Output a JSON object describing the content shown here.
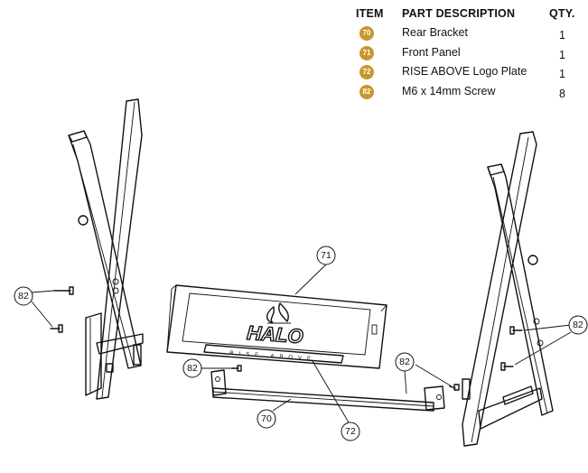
{
  "table": {
    "headers": {
      "item": "ITEM",
      "description": "PART DESCRIPTION",
      "qty": "QTY."
    },
    "rows": [
      {
        "item": "70",
        "description": "Rear Bracket",
        "qty": "1"
      },
      {
        "item": "71",
        "description": "Front Panel",
        "qty": "1"
      },
      {
        "item": "72",
        "description": "RISE ABOVE Logo Plate",
        "qty": "1"
      },
      {
        "item": "82",
        "description": "M6 x 14mm Screw",
        "qty": "8"
      }
    ],
    "badge_color": "#c9962f"
  },
  "panel": {
    "logo_text": "HALO",
    "plate_text": "RISE ABOVE"
  },
  "callouts": {
    "front_panel": "71",
    "logo_plate": "72",
    "rear_bracket": "70",
    "screw_left": "82",
    "screw_center": "82",
    "screw_bracket": "82",
    "screw_right": "82"
  }
}
